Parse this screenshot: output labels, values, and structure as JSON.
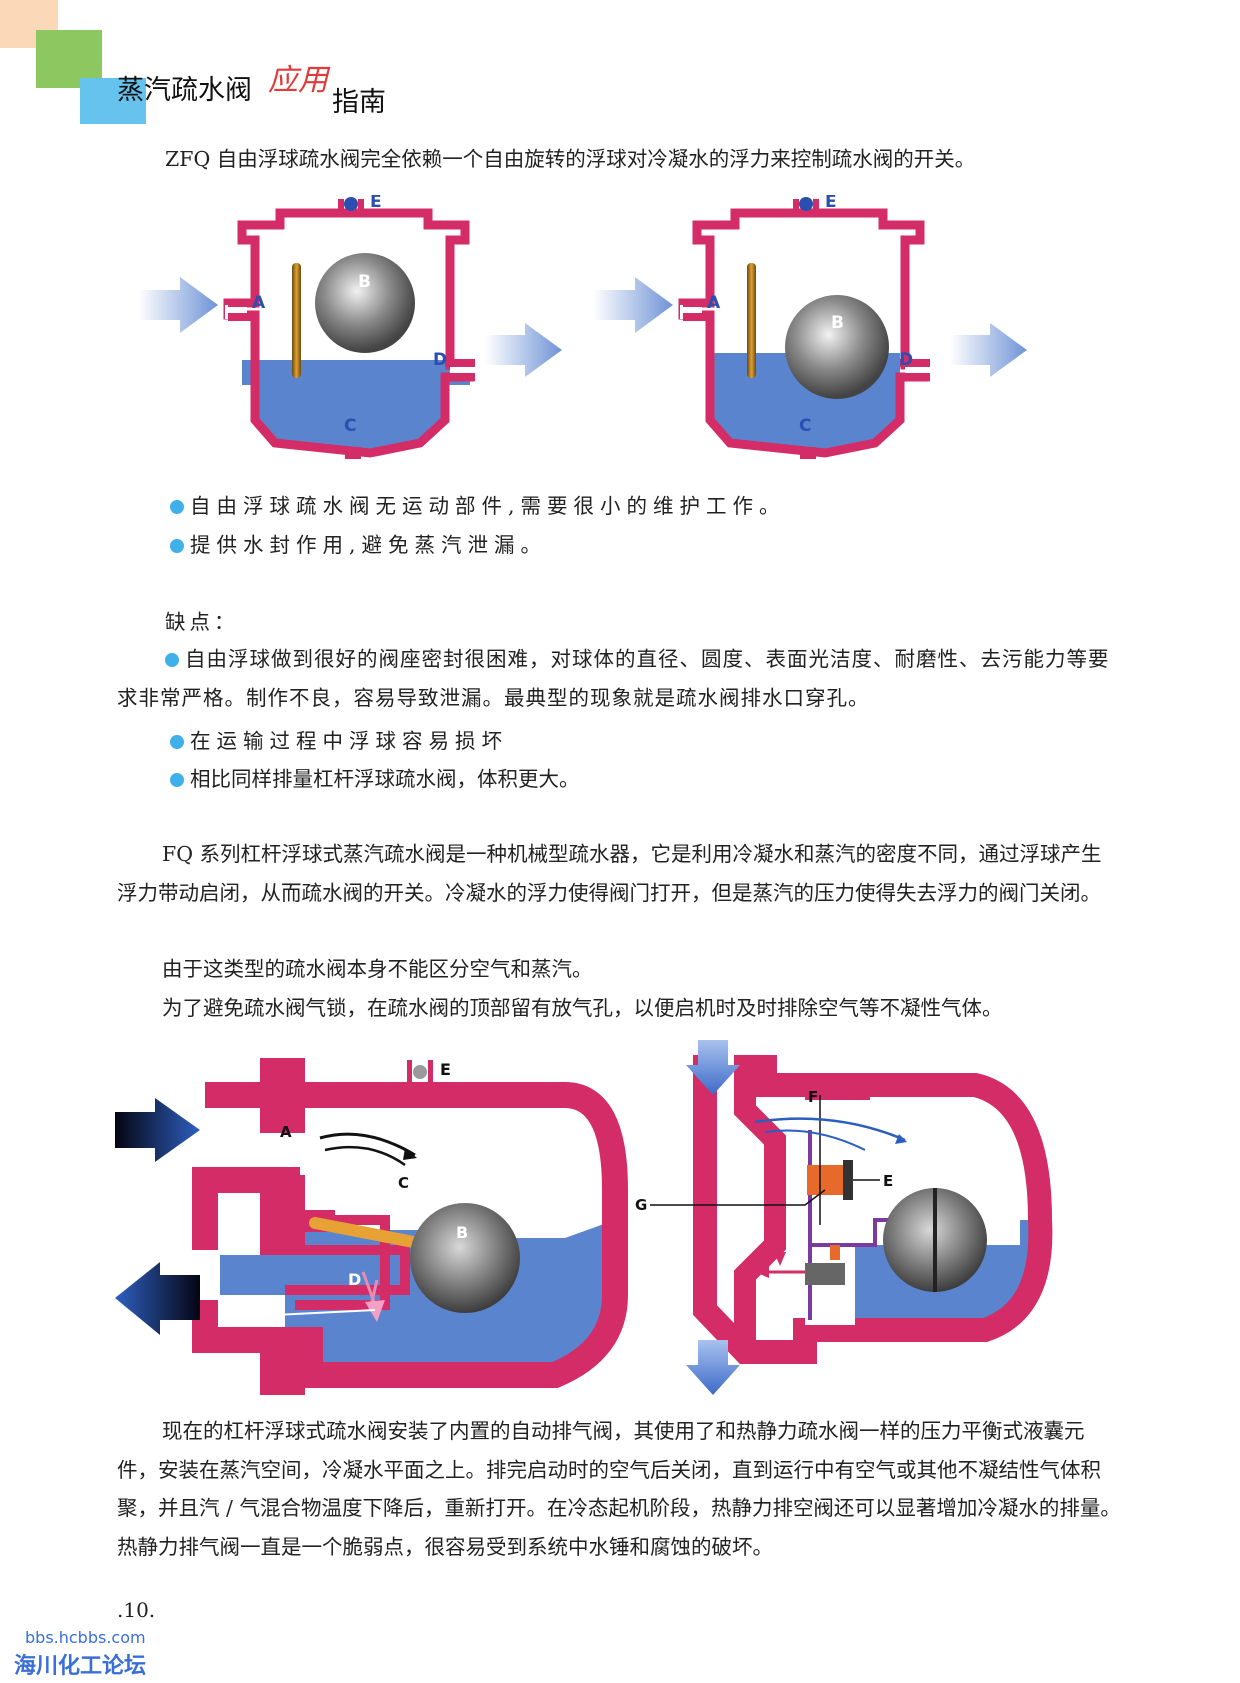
{
  "header": {
    "title_part1": "蒸汽疏水阀",
    "title_accent": "应用",
    "title_part2": "指南"
  },
  "section1": {
    "intro": "ZFQ 自由浮球疏水阀完全依赖一个自由旋转的浮球对冷凝水的浮力来控制疏水阀的开关。",
    "diagram_labels": {
      "a": "A",
      "b": "B",
      "c": "C",
      "d": "D",
      "e": "E"
    },
    "advantages": [
      "自由浮球疏水阀无运动部件,需要很小的维护工作。",
      "提供水封作用,避免蒸汽泄漏。"
    ],
    "disadvantages_title": "缺点：",
    "disadvantages": [
      "自由浮球做到很好的阀座密封很困难，对球体的直径、圆度、表面光洁度、耐磨性、去污能力等要求非常严格。制作不良，容易导致泄漏。最典型的现象就是疏水阀排水口穿孔。",
      "在运输过程中浮球容易损坏",
      "相比同样排量杠杆浮球疏水阀，体积更大。"
    ]
  },
  "section2": {
    "paragraphs": [
      "FQ 系列杠杆浮球式蒸汽疏水阀是一种机械型疏水器，它是利用冷凝水和蒸汽的密度不同，通过浮球产生浮力带动启闭，从而疏水阀的开关。冷凝水的浮力使得阀门打开，但是蒸汽的压力使得失去浮力的阀门关闭。",
      "由于这类型的疏水阀本身不能区分空气和蒸汽。",
      "为了避免疏水阀气锁，在疏水阀的顶部留有放气孔，以便启机时及时排除空气等不凝性气体。"
    ],
    "diagram_left_labels": {
      "a": "A",
      "b": "B",
      "c": "C",
      "d": "D",
      "e": "E"
    },
    "diagram_right_labels": {
      "e": "E",
      "f": "F",
      "g": "G"
    },
    "closing": "现在的杠杆浮球式疏水阀安装了内置的自动排气阀，其使用了和热静力疏水阀一样的压力平衡式液囊元件，安装在蒸汽空间，冷凝水平面之上。排完启动时的空气后关闭，直到运行中有空气或其他不凝结性气体积聚，并且汽 / 气混合物温度下降后，重新打开。在冷态起机阶段，热静力排空阀还可以显著增加冷凝水的排量。热静力排气阀一直是一个脆弱点，很容易受到系统中水锤和腐蚀的破坏。"
  },
  "footer": {
    "page_number": ".10.",
    "watermark_url": "bbs.hcbbs.com",
    "watermark_name": "海川化工论坛"
  },
  "colors": {
    "pipe": "#d42c66",
    "water": "#5b84cf",
    "bullet": "#3fb0ea",
    "accent": "#e03a3a",
    "watermark": "#3a6fd8"
  }
}
